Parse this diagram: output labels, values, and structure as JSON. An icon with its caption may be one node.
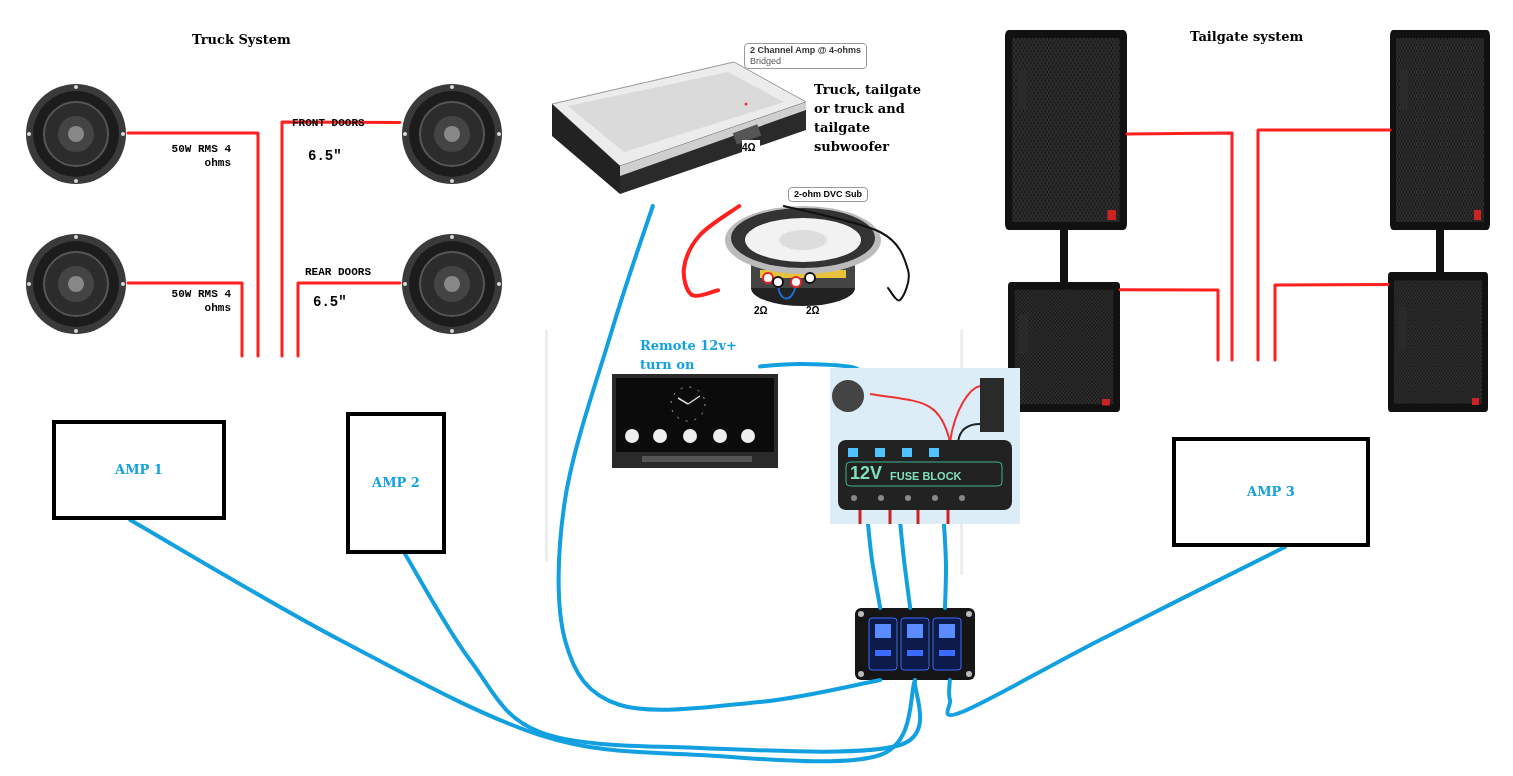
{
  "diagram": {
    "nodes": [
      {
        "text": [],
        "shape": "picture"
      },
      {
        "text": [],
        "shape": "picture"
      },
      {
        "text": [],
        "shape": "picture"
      },
      {
        "text": [],
        "shape": "picture"
      },
      {
        "text": [
          "AMP 1"
        ]
      },
      {
        "text": [
          "AMP 2"
        ]
      },
      {
        "text": [],
        "shape": "picture",
        "beside": [
          "2 Channel Amp @ 4-ohms",
          "Bridged",
          "Truck, tailgate or truck and tailgate subwoofer"
        ]
      },
      {
        "text": [],
        "shape": "picture"
      },
      {
        "text": [],
        "shape": "picture"
      },
      {
        "text": [
          "12V",
          "FUSE BLOCK"
        ]
      },
      {
        "text": [],
        "shape": "picture"
      },
      {
        "text": [],
        "shape": "picture"
      },
      {
        "text": [],
        "shape": "picture"
      },
      {
        "text": [],
        "shape": "picture"
      },
      {
        "text": [],
        "shape": "picture"
      },
      {
        "text": [
          "AMP 3"
        ]
      },
      {
        "text": [
          "Remote 12v+ turn on"
        ]
      }
    ],
    "edges": [
      {
        "from": 0,
        "to": null,
        "arrow": "none",
        "color": "#ff2020"
      },
      {
        "from": 1,
        "to": null,
        "arrow": "none",
        "color": "#ff2020"
      },
      {
        "from": 2,
        "to": null,
        "arrow": "none",
        "color": "#ff2020"
      },
      {
        "from": 3,
        "to": null,
        "arrow": "none",
        "color": "#ff2020"
      },
      {
        "from": 6,
        "to": 7,
        "arrow": "none",
        "color": "#ff2020"
      },
      {
        "from": 6,
        "to": 7,
        "arrow": "none",
        "color": "#111111"
      },
      {
        "from": 6,
        "to": 10,
        "arrow": "none",
        "color": "#12a0e0"
      },
      {
        "from": 4,
        "to": 10,
        "arrow": "none",
        "color": "#12a0e0"
      },
      {
        "from": 5,
        "to": 10,
        "arrow": "none",
        "color": "#12a0e0"
      },
      {
        "from": 15,
        "to": 10,
        "arrow": "none",
        "color": "#12a0e0"
      },
      {
        "from": 9,
        "to": 10,
        "arrow": "none",
        "color": "#12a0e0"
      },
      {
        "from": 9,
        "to": 10,
        "arrow": "none",
        "color": "#12a0e0"
      },
      {
        "from": 9,
        "to": 10,
        "arrow": "none",
        "color": "#12a0e0"
      },
      {
        "from": 16,
        "to": 9,
        "arrow": "none",
        "color": "#12a0e0"
      },
      {
        "from": 11,
        "to": null,
        "arrow": "none",
        "color": "#ff2020"
      },
      {
        "from": 12,
        "to": null,
        "arrow": "none",
        "color": "#ff2020"
      },
      {
        "from": 13,
        "to": null,
        "arrow": "none",
        "color": "#ff2020"
      },
      {
        "from": 14,
        "to": null,
        "arrow": "none",
        "color": "#ff2020"
      }
    ],
    "labels": [
      "Truck System",
      "Tailgate system",
      "2-ohm DVC Sub",
      "FRONT DOORS",
      "50W RMS 4 ohms",
      "6.5\"",
      "4Ω",
      "REAR DOORS",
      "50W RMS 4 ohms",
      "6.5\"",
      "2Ω",
      "2Ω"
    ]
  }
}
